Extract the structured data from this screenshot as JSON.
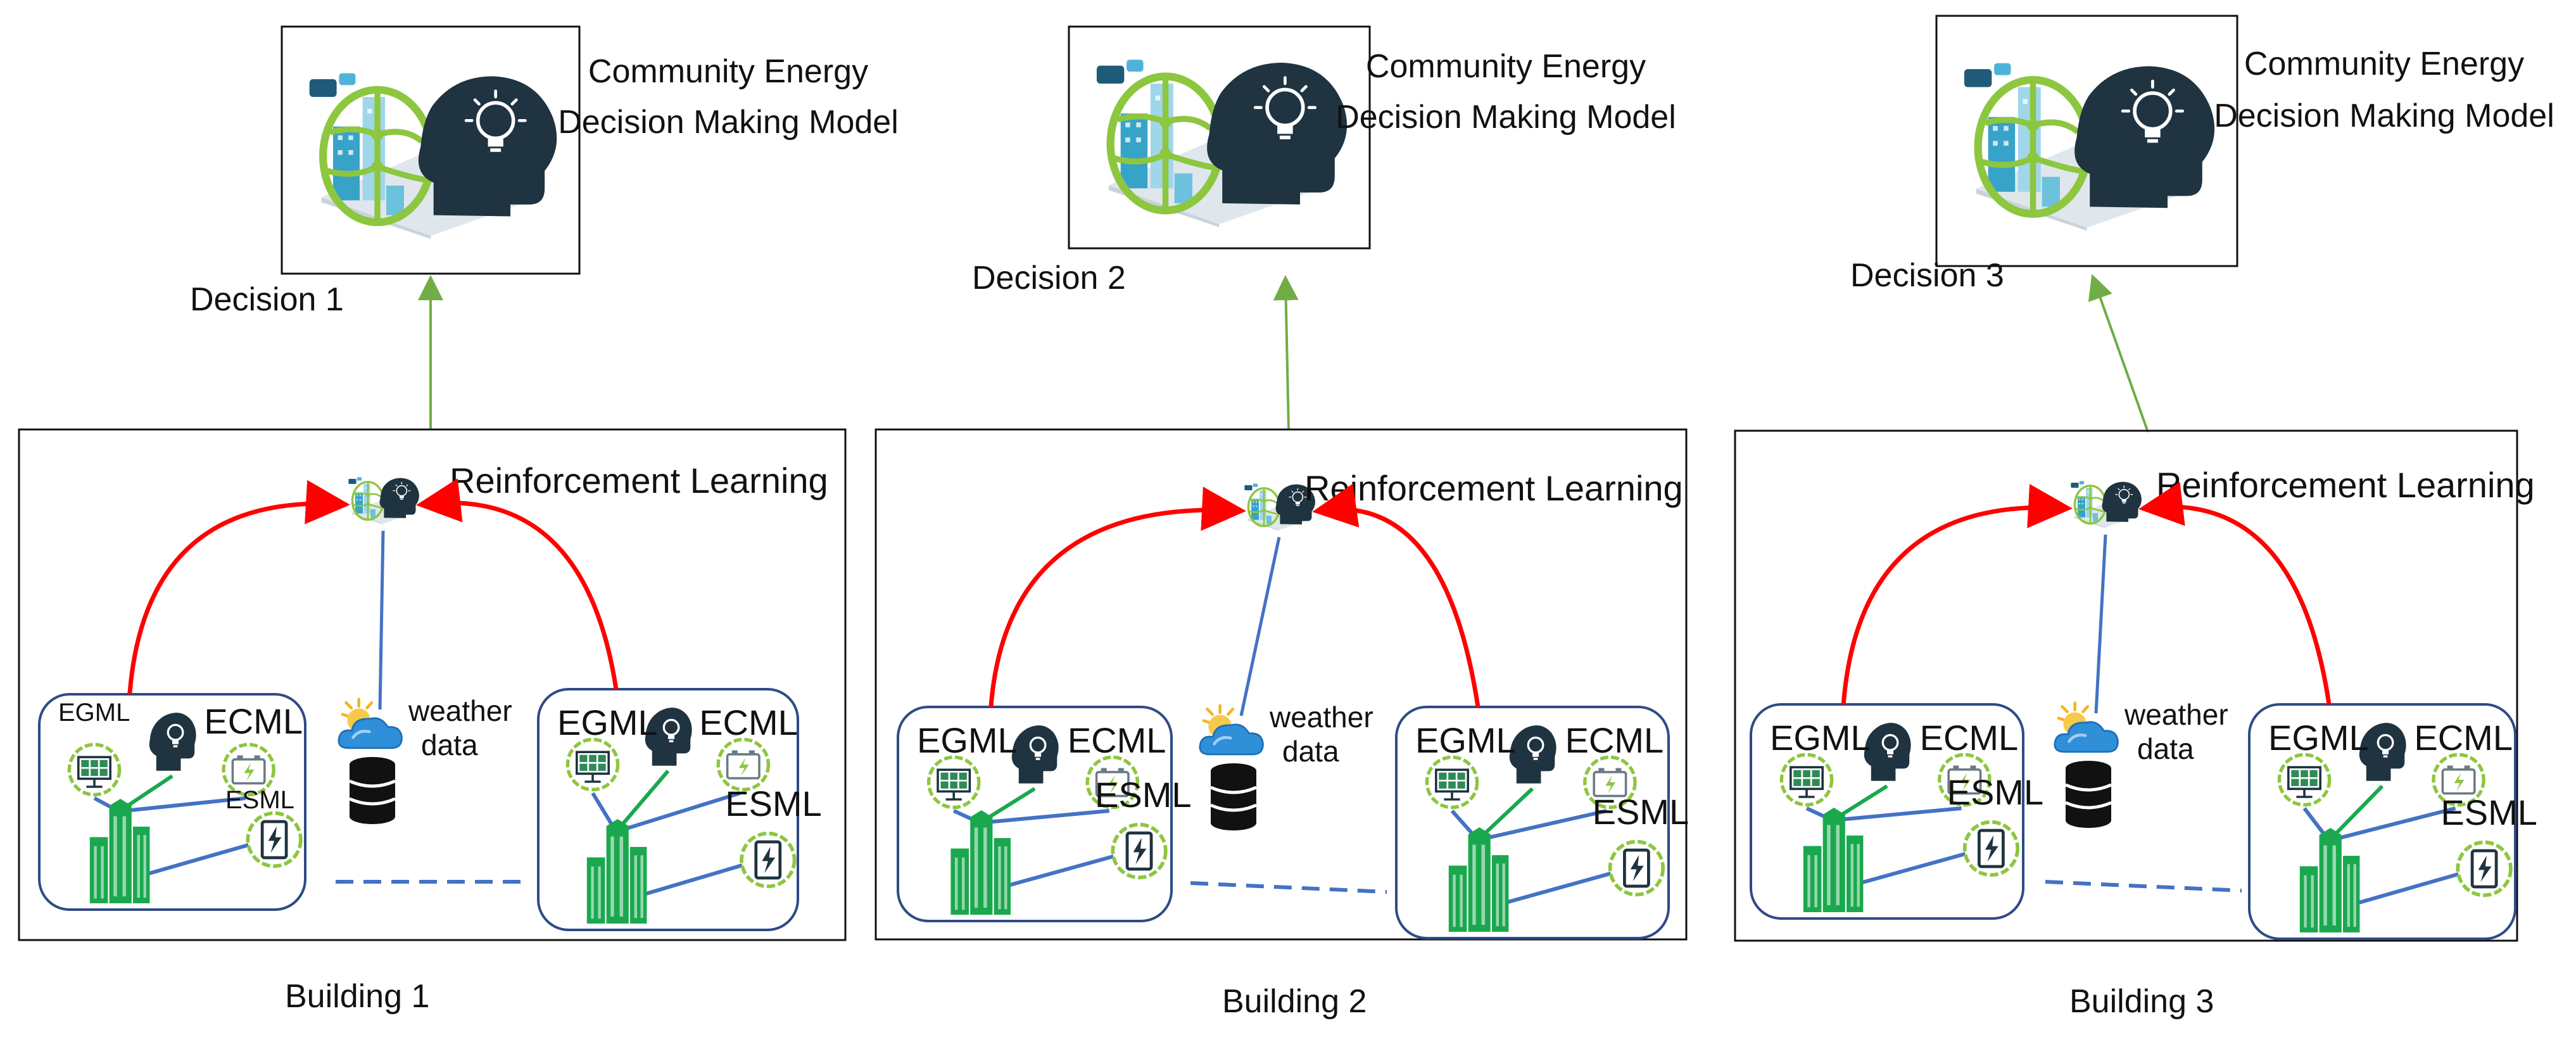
{
  "model": {
    "title_line1": "Community Energy",
    "title_line2": "Decision Making Model"
  },
  "rl_label": "Reinforcement Learning",
  "weather_line1": "weather",
  "weather_line2": "data",
  "node_labels": {
    "egml": "EGML",
    "ecml": "ECML",
    "esml": "ESML"
  },
  "panels": [
    {
      "decision": "Decision 1",
      "building": "Building 1"
    },
    {
      "decision": "Decision 2",
      "building": "Building 2"
    },
    {
      "decision": "Decision 3",
      "building": "Building 3"
    }
  ],
  "colors": {
    "feedback_arrow": "#ff0000",
    "decision_arrow": "#70ad47",
    "data_link": "#4472c4",
    "building": "#1aa84e",
    "icon_green": "#8dc63f",
    "head": "#1f3340",
    "cluster_border": "#2f4a86"
  }
}
